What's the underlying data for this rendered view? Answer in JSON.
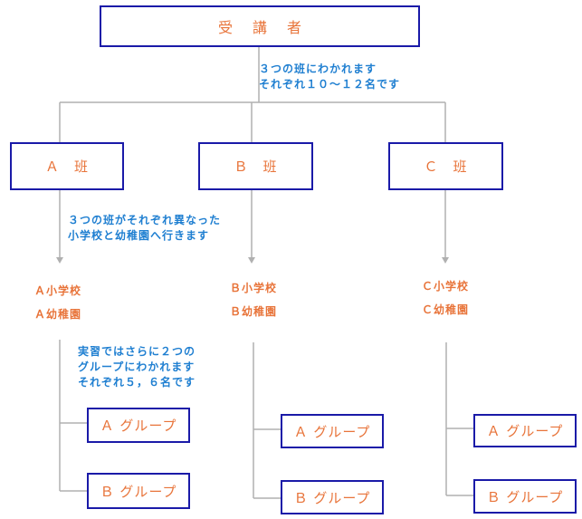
{
  "top": {
    "label": "受講者"
  },
  "notes": {
    "split": "３つの班にわかれます\nそれぞれ１０～１２名です",
    "schools": "３つの班がそれぞれ異なった\n小学校と幼稚園へ行きます",
    "groups": "実習ではさらに２つの\nグループにわかれます\nそれぞれ５，６名です"
  },
  "teams": [
    {
      "label": "Ａ　班",
      "school": "Ａ小学校",
      "kindergarten": "Ａ幼稚園",
      "group_a": "Ａ グループ",
      "group_b": "Ｂ グループ"
    },
    {
      "label": "Ｂ　班",
      "school": "Ｂ小学校",
      "kindergarten": "Ｂ幼稚園",
      "group_a": "Ａ グループ",
      "group_b": "Ｂ グループ"
    },
    {
      "label": "Ｃ　班",
      "school": "Ｃ小学校",
      "kindergarten": "Ｃ幼稚園",
      "group_a": "Ａ グループ",
      "group_b": "Ｂ グループ"
    }
  ],
  "colors": {
    "border": "#1a1aa8",
    "label": "#e8743a",
    "note": "#1f7fd1",
    "line": "#b0b0b0"
  }
}
